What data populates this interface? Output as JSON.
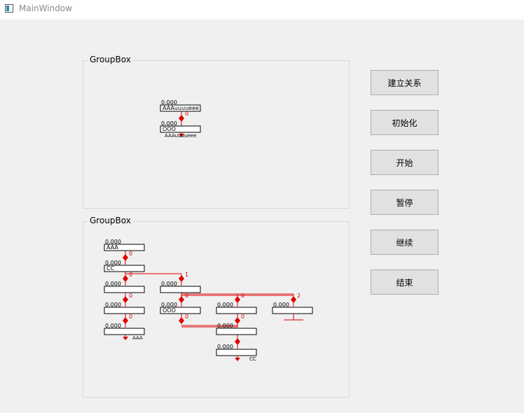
{
  "window": {
    "title": "MainWindow",
    "icon": "app-window-icon"
  },
  "groups": [
    {
      "title": "GroupBox"
    },
    {
      "title": "GroupBox"
    }
  ],
  "buttons": [
    {
      "label": "建立关系"
    },
    {
      "label": "初始化"
    },
    {
      "label": "开始"
    },
    {
      "label": "暂停"
    },
    {
      "label": "继续"
    },
    {
      "label": "结束"
    }
  ],
  "flow_top": {
    "nodes": [
      {
        "value": "0.000",
        "name": "AAAuuuueee"
      },
      {
        "value": "0.000",
        "name": "OOO"
      }
    ],
    "links": [
      "0"
    ],
    "end_label": "AAAuuuueee"
  },
  "flow_bottom": {
    "nodes": [
      {
        "value": "0.000",
        "name": "AAA"
      },
      {
        "value": "0.000",
        "name": "CC"
      },
      {
        "value": "0.000",
        "name": ""
      },
      {
        "value": "0.000",
        "name": ""
      },
      {
        "value": "0.000",
        "name": ""
      },
      {
        "value": "0.000",
        "name": ""
      },
      {
        "value": "0.000",
        "name": "OOO"
      },
      {
        "value": "0.000",
        "name": ""
      },
      {
        "value": "0.000",
        "name": ""
      },
      {
        "value": "0.000",
        "name": ""
      },
      {
        "value": "0.000",
        "name": ""
      }
    ],
    "links": [
      "0",
      "0",
      "1",
      "0",
      "0",
      "0",
      "2",
      "0",
      "0",
      "0"
    ],
    "end_labels": [
      "AAA",
      "CC"
    ]
  },
  "colors": {
    "flow": "#e00000",
    "border": "#000000"
  }
}
